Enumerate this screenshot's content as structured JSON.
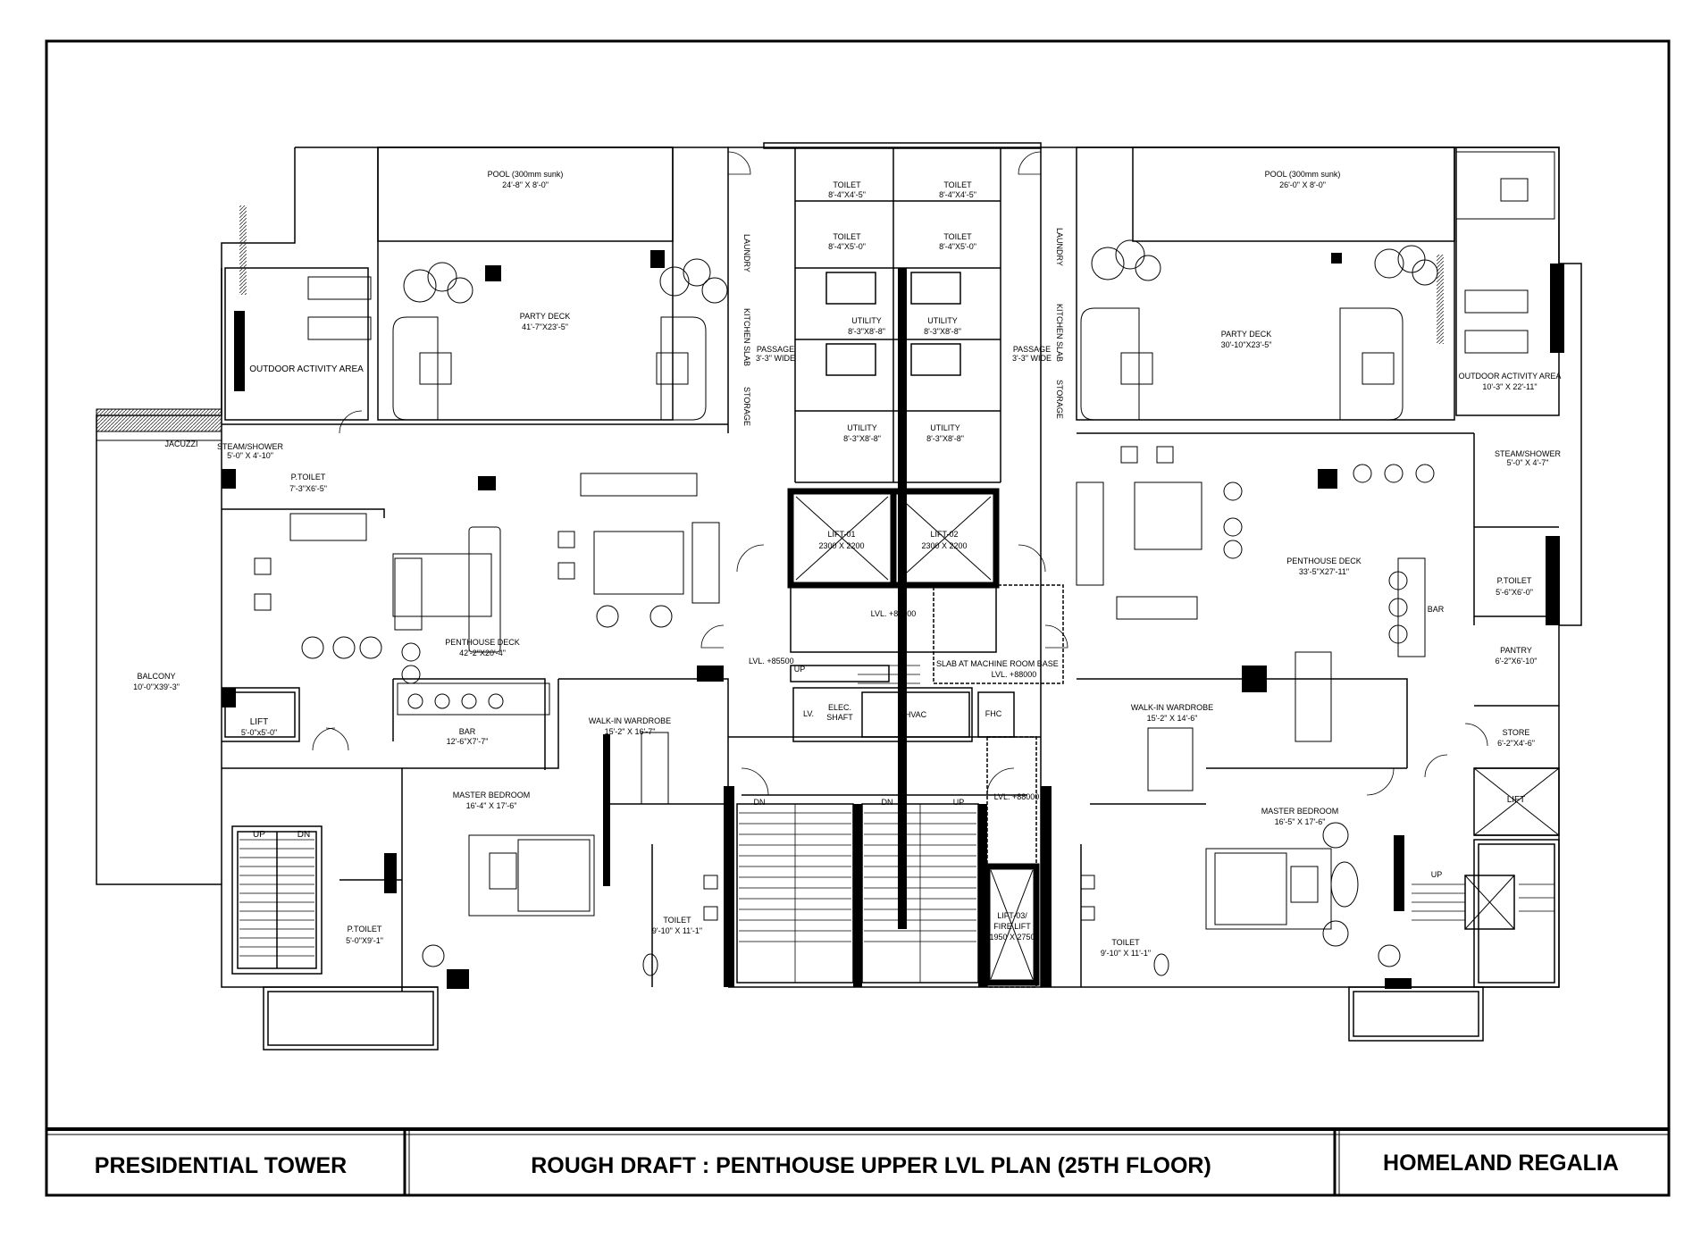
{
  "title_block": {
    "project": "PRESIDENTIAL TOWER",
    "drawing": "ROUGH DRAFT : PENTHOUSE UPPER LVL PLAN (25TH FLOOR)",
    "client": "HOMELAND REGALIA"
  },
  "rooms": {
    "pool_left": {
      "name": "POOL (300mm sunk)",
      "dim": "24'-8\" X 8'-0\""
    },
    "pool_right": {
      "name": "POOL (300mm sunk)",
      "dim": "26'-0\" X 8'-0\""
    },
    "party_deck_left": {
      "name": "PARTY DECK",
      "dim": "41'-7\"X23'-5\""
    },
    "party_deck_right": {
      "name": "PARTY DECK",
      "dim": "30'-10\"X23'-5\""
    },
    "outdoor_left": {
      "name": "OUTDOOR ACTIVITY AREA"
    },
    "outdoor_right": {
      "name": "OUTDOOR ACTIVITY AREA",
      "dim": "10'-3\" X 22'-11\""
    },
    "toilet_1": {
      "name": "TOILET",
      "dim": "8'-4\"X4'-5\""
    },
    "toilet_2": {
      "name": "TOILET",
      "dim": "8'-4\"X4'-5\""
    },
    "toilet_3": {
      "name": "TOILET",
      "dim": "8'-4\"X5'-0\""
    },
    "toilet_4": {
      "name": "TOILET",
      "dim": "8'-4\"X5'-0\""
    },
    "utility_1": {
      "name": "UTILITY",
      "dim": "8'-3\"X8'-8\""
    },
    "utility_2": {
      "name": "UTILITY",
      "dim": "8'-3\"X8'-8\""
    },
    "utility_3": {
      "name": "UTILITY",
      "dim": "8'-3\"X8'-8\""
    },
    "utility_4": {
      "name": "UTILITY",
      "dim": "8'-3\"X8'-8\""
    },
    "passage_left": {
      "name": "PASSAGE",
      "dim": "3'-3\" WIDE"
    },
    "passage_right": {
      "name": "PASSAGE",
      "dim": "3'-3\" WIDE"
    },
    "laundry": "LAUNDRY",
    "kitchen_slab": "KITCHEN SLAB",
    "storage": "STORAGE",
    "jacuzzi": "JACUZZI",
    "steam_left": {
      "name": "STEAM/SHOWER",
      "dim": "5'-0\" X 4'-10\""
    },
    "steam_right": {
      "name": "STEAM/SHOWER",
      "dim": "5'-0\" X 4'-7\""
    },
    "ptoilet_left_top": {
      "name": "P.TOILET",
      "dim": "7'-3\"X6'-5\""
    },
    "ptoilet_right": {
      "name": "P.TOILET",
      "dim": "5'-6\"X6'-0\""
    },
    "ptoilet_left_bottom": {
      "name": "P.TOILET",
      "dim": "5'-0\"X9'-1\""
    },
    "balcony": {
      "name": "BALCONY",
      "dim": "10'-0\"X39'-3\""
    },
    "penthouse_deck_left": {
      "name": "PENTHOUSE DECK",
      "dim": "42'-2\"X20'-4\""
    },
    "penthouse_deck_right": {
      "name": "PENTHOUSE DECK",
      "dim": "33'-5\"X27'-11\""
    },
    "bar_left": {
      "name": "BAR",
      "dim": "12'-6\"X7'-7\""
    },
    "bar_right": "BAR",
    "lift_left": {
      "name": "LIFT",
      "dim": "5'-0\"x5'-0\""
    },
    "lift_right": "LIFT",
    "lift01": {
      "name": "LIFT-01",
      "dim": "2300 X 2200"
    },
    "lift02": {
      "name": "LIFT-02",
      "dim": "2300 X 2200"
    },
    "lift03": {
      "name": "LIFT-03/",
      "name2": "FIRE LIFT",
      "dim": "1950 X 2750"
    },
    "lvl_88000_a": "LVL. +88000",
    "lvl_88000_b": "LVL. +88000",
    "lvl_88000_c": "LVL. +88000",
    "lvl_85500": "LVL. +85500",
    "slab_machine": "SLAB AT MACHINE ROOM BASE",
    "lv": "LV.",
    "elec_shaft": {
      "l1": "ELEC.",
      "l2": "SHAFT"
    },
    "hvac": "HVAC",
    "fhc": "FHC",
    "walkin_left": {
      "name": "WALK-IN WARDROBE",
      "dim": "15'-2\" X 16'-7\""
    },
    "walkin_right": {
      "name": "WALK-IN WARDROBE",
      "dim": "15'-2\" X 14'-6\""
    },
    "master_left": {
      "name": "MASTER BEDROOM",
      "dim": "16'-4\" X 17'-6\""
    },
    "master_right": {
      "name": "MASTER BEDROOM",
      "dim": "16'-5\" X 17'-6\""
    },
    "toilet_left": {
      "name": "TOILET",
      "dim": "9'-10\" X 11'-1\""
    },
    "toilet_right": {
      "name": "TOILET",
      "dim": "9'-10\" X 11'-1\""
    },
    "pantry": {
      "name": "PANTRY",
      "dim": "6'-2\"X6'-10\""
    },
    "store": {
      "name": "STORE",
      "dim": "6'-2\"X4'-6\""
    },
    "up": "UP",
    "dn": "DN"
  },
  "colors": {
    "line": "#000000",
    "paper": "#ffffff",
    "hatch": "#333333"
  }
}
